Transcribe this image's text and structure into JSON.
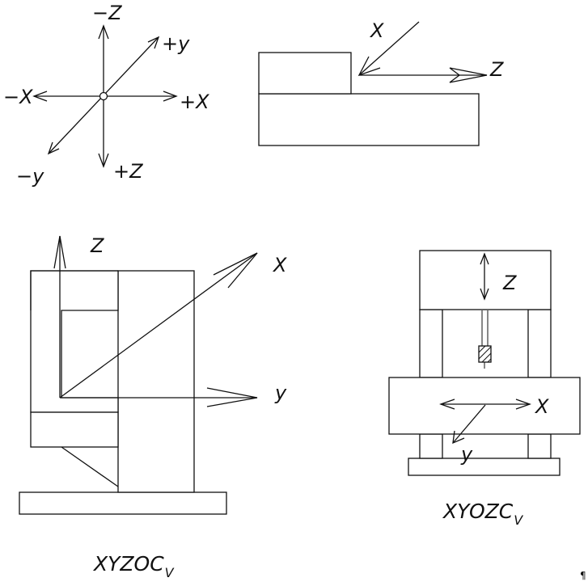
{
  "colors": {
    "stroke": "#111111",
    "background": "#ffffff"
  },
  "axes_legend": {
    "neg_z": "−Z",
    "pos_y": "+y",
    "neg_x": "−X",
    "pos_x": "+X",
    "neg_y": "−y",
    "pos_z": "+Z"
  },
  "lathe_view": {
    "x_label": "X",
    "z_label": "Z"
  },
  "vertical_mill": {
    "z_label": "Z",
    "x_label": "X",
    "y_label": "y",
    "caption_main": "XYZOC",
    "caption_sub": "V"
  },
  "gantry_mill": {
    "z_label": "Z",
    "x_label": "X",
    "y_label": "y",
    "caption_main": "XYOZC",
    "caption_sub": "V"
  },
  "corner_mark": "¶"
}
